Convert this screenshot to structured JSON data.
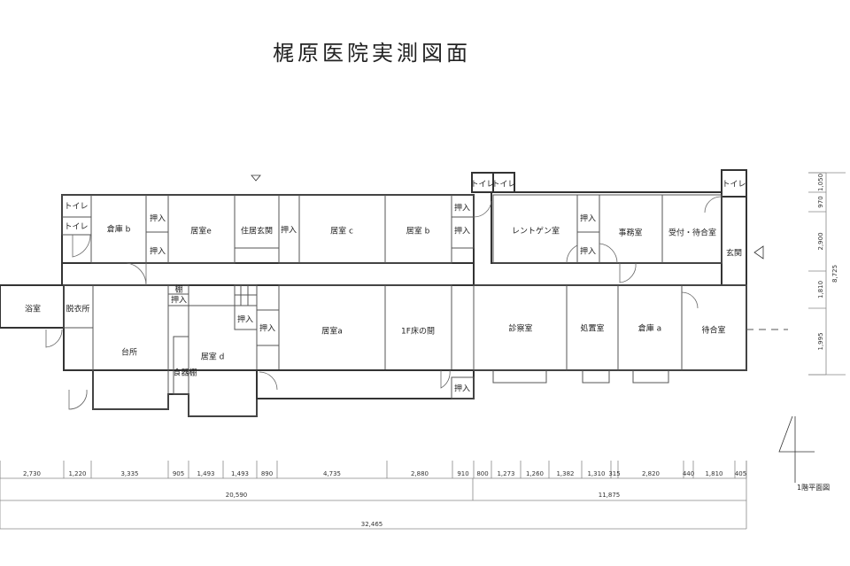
{
  "title": "梶原医院実測図面",
  "plan_label": "1階平面図",
  "rooms": {
    "toilet1": "トイレ",
    "toilet2": "トイレ",
    "soko_b": "倉庫 b",
    "oshiire1": "押入",
    "oshiire2": "押入",
    "kyoshitsu_e": "居室e",
    "jukyo_genkan": "住居玄関",
    "oshiire3": "押入",
    "kyoshitsu_c": "居室 c",
    "kyoshitsu_b": "居室 b",
    "oshiire4": "押入",
    "oshiire5": "押入",
    "toilet3": "トイレ",
    "toilet4": "トイレ",
    "rentogen": "レントゲン室",
    "oshiire6": "押入",
    "oshiire7": "押入",
    "jimushitsu": "事務室",
    "uketsuke": "受付・待合室",
    "toilet5": "トイレ",
    "genkan": "玄関",
    "yokushitsu": "浴室",
    "datsuijo": "脱衣所",
    "daidokoro": "台所",
    "tana": "棚",
    "oshiire8": "押入",
    "shokkidana": "食器棚",
    "kyoshitsu_d": "居室 d",
    "oshiire9": "押入",
    "oshiire10": "押入",
    "kyoshitsu_a": "居室a",
    "tokonoma": "1F床の間",
    "oshiire11": "押入",
    "shinsatsu": "診察室",
    "shochi": "処置室",
    "soko_a": "倉庫 a",
    "machiai": "待合室"
  },
  "dimensions": {
    "horizontal_row1": [
      "2,730",
      "1,220",
      "3,335",
      "905",
      "1,493",
      "1,493",
      "890",
      "4,735",
      "2,880",
      "910",
      "800",
      "1,273",
      "1,260",
      "1,382",
      "1,310",
      "315",
      "2,820",
      "440",
      "1,810",
      "405"
    ],
    "horizontal_row2": [
      "20,590",
      "11,875"
    ],
    "horizontal_total": "32,465",
    "vertical": [
      "1,050",
      "970",
      "2,900",
      "1,810",
      "1,995"
    ],
    "vertical_total": "8,725"
  }
}
